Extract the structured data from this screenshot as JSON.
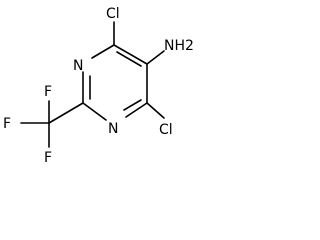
{
  "diagram": {
    "type": "chemical-structure",
    "colors": {
      "background": "#ffffff",
      "ink": "#000000"
    },
    "labels": {
      "cl_top": "Cl",
      "cl_bottom": "Cl",
      "n_top": "N",
      "n_bottom": "N",
      "nh2": "NH2",
      "f_top": "F",
      "f_left": "F",
      "f_bottom": "F"
    }
  }
}
